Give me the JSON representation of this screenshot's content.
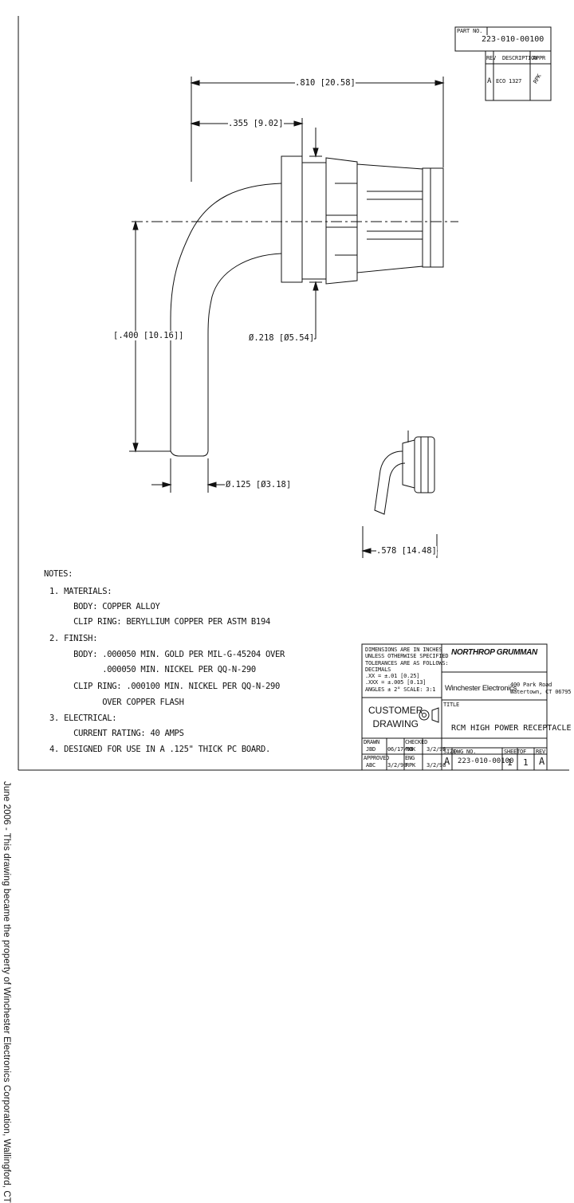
{
  "side_text": "June 2006 - This drawing became the property of Winchester Electronics Corporation, Wallingford, CT",
  "revision_block": {
    "part_label": "PART NO.",
    "part_no": "223-010-00100",
    "headers": [
      "REV",
      "DESCRIPTION",
      "APPR"
    ],
    "row": {
      "rev": "A",
      "description": "ECO 1327",
      "appr": "RPK"
    }
  },
  "dimensions": {
    "overall_length": ".810 [20.58]",
    "flange_offset": ".355 [9.02]",
    "height": "[.400 [10.16]]",
    "body_diameter": "Ø.218 [Ø5.54]",
    "pin_diameter": "Ø.125 [Ø3.18]",
    "small_view_width": ".578 [14.48]"
  },
  "notes": {
    "heading": "NOTES:",
    "lines": [
      "1. MATERIALS:",
      "     BODY: COPPER ALLOY",
      "     CLIP RING: BERYLLIUM COPPER PER ASTM B194",
      "2. FINISH:",
      "     BODY: .000050 MIN. GOLD PER MIL-G-45204 OVER",
      "           .000050 MIN. NICKEL PER QQ-N-290",
      "     CLIP RING: .000100 MIN. NICKEL PER QQ-N-290",
      "           OVER COPPER FLASH",
      "3. ELECTRICAL:",
      "     CURRENT RATING: 40 AMPS",
      "4. DESIGNED FOR USE IN A .125\" THICK PC BOARD."
    ]
  },
  "title_block": {
    "tolerance_lines": [
      "DIMENSIONS ARE IN INCHES",
      "UNLESS OTHERWISE SPECIFIED",
      "TOLERANCES ARE AS FOLLOWS:",
      "DECIMALS",
      "  .XX = ±.01 [0.25]",
      "  .XXX = ±.005 [0.13]",
      "ANGLES ± 2°    SCALE: 3:1"
    ],
    "company_logo": "NORTHROP GRUMMAN",
    "division": "Winchester Electronics",
    "address_1": "400 Park Road",
    "address_2": "Watertown, CT 06795",
    "title_label": "TITLE",
    "title": "RCM HIGH POWER RECEPTACLE",
    "customer_drawing": [
      "CUSTOMER",
      "DRAWING"
    ],
    "drawn_label": "DRAWN",
    "drawn_by": "JBD",
    "drawn_date": "06/17/96",
    "checked_label": "CHECKED",
    "checked_by": "ROK",
    "checked_date": "3/2/98",
    "approved_label": "APPROVED",
    "approved_by": "ABC",
    "approved_date": "3/2/98",
    "eng_label": "ENG",
    "eng_by": "RPK",
    "eng_date": "3/2/98",
    "size_label": "SIZE",
    "size": "A",
    "dwg_label": "DWG NO.",
    "dwg_no": "223-010-00100",
    "sheet_label": "SHEET",
    "sheet": "1",
    "of_label": "OF",
    "of": "1",
    "rev_label": "REV",
    "rev": "A"
  }
}
